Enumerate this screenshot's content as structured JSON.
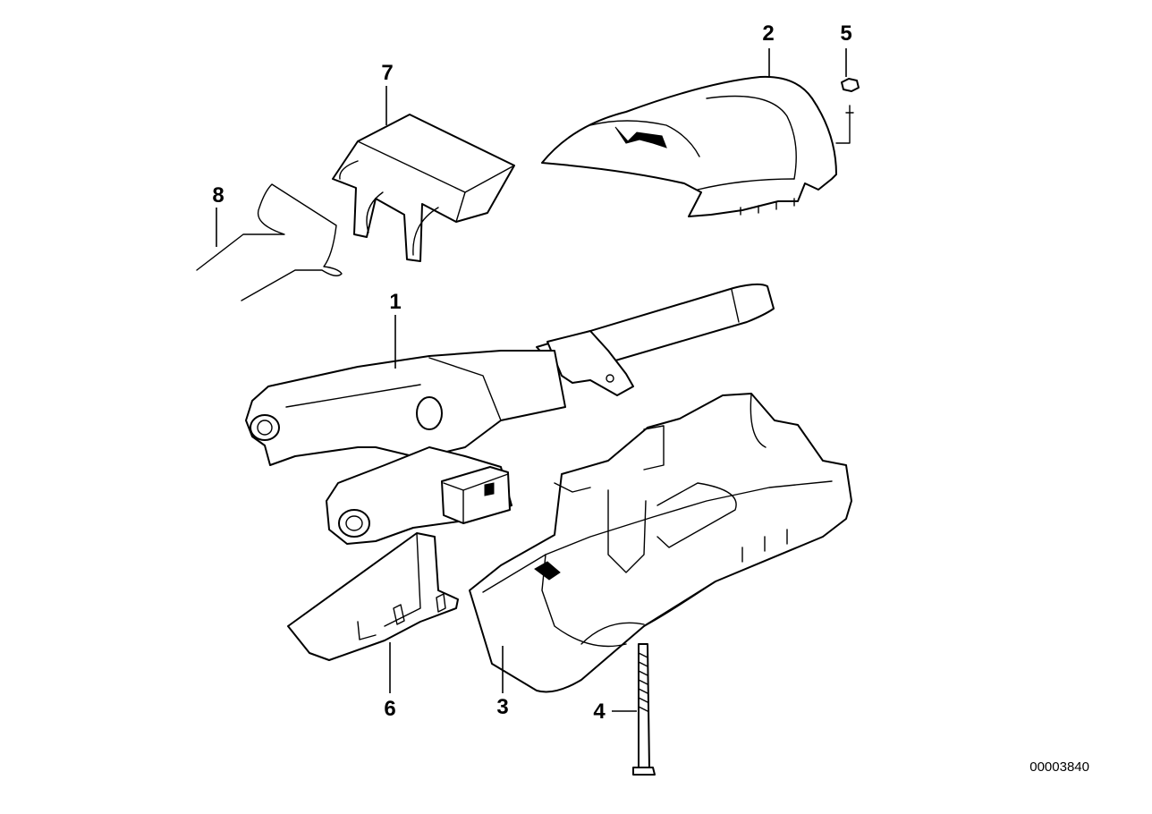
{
  "callouts": {
    "c1": "1",
    "c2": "2",
    "c3": "3",
    "c4": "4",
    "c5": "5",
    "c6": "6",
    "c7": "7",
    "c8": "8"
  },
  "document_number": "00003840"
}
